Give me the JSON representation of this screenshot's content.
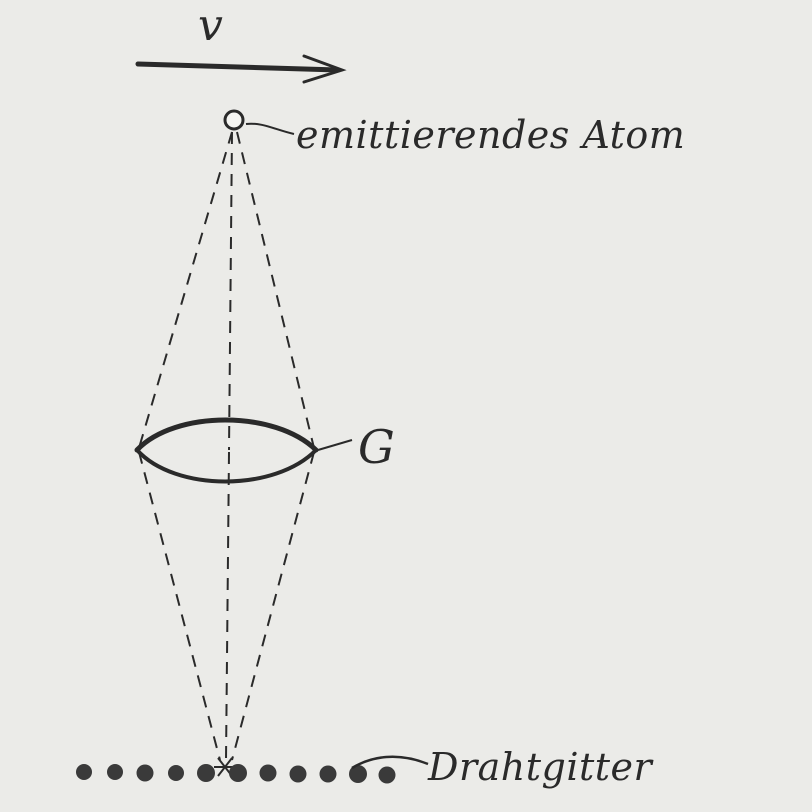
{
  "labels": {
    "velocity": "v",
    "atom": "emittierendes Atom",
    "lens": "G",
    "grid": "Drahtgitter"
  },
  "colors": {
    "background": "#ebebe8",
    "ink": "#2a2a2a"
  }
}
